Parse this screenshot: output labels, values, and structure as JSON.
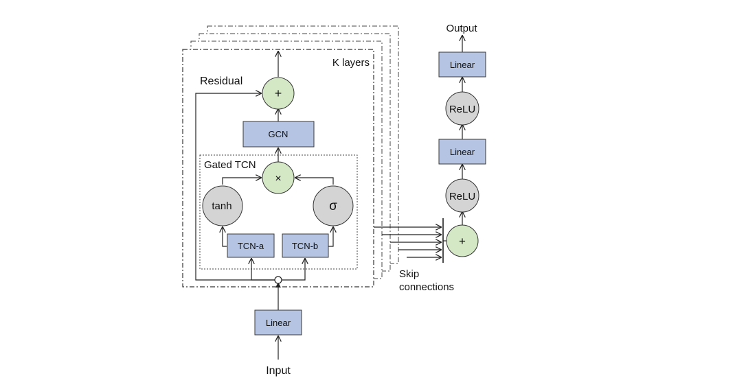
{
  "labels": {
    "output": "Output",
    "input": "Input",
    "k_layers": "K layers",
    "residual": "Residual",
    "gated_tcn": "Gated TCN",
    "skip_line1": "Skip",
    "skip_line2": "connections"
  },
  "nodes": {
    "plus_residual": "+",
    "gcn": "GCN",
    "multiply": "×",
    "tanh": "tanh",
    "sigma": "σ",
    "tcn_a": "TCN-a",
    "tcn_b": "TCN-b",
    "linear_input": "Linear",
    "plus_skip": "+",
    "relu_lower": "ReLU",
    "linear_middle": "Linear",
    "relu_upper": "ReLU",
    "linear_output": "Linear"
  },
  "colors": {
    "box_fill": "#b4c4e2",
    "add_node_fill": "#d4e8c6",
    "gray_node_fill": "#d4d4d4"
  }
}
